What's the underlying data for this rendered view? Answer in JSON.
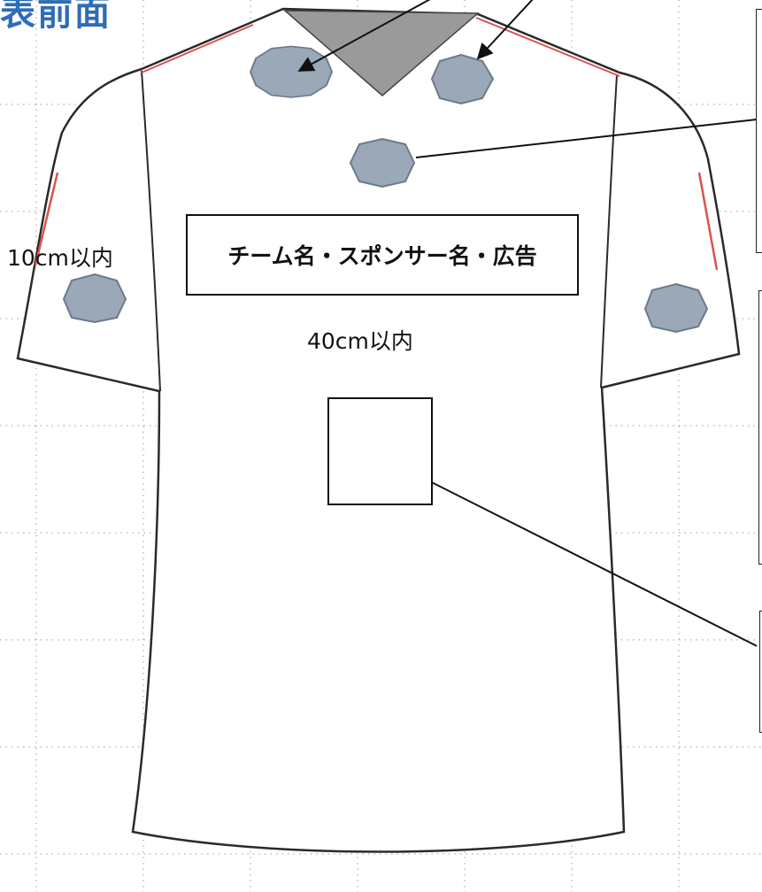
{
  "title": "表前面",
  "labels": {
    "sleeve_limit": "10cm以内",
    "chest_limit": "40cm以内",
    "sponsor_area": "チーム名・スポンサー名・広告"
  },
  "colors": {
    "title": "#2f6db5",
    "emblem_fill": "#9aa8b8",
    "emblem_stroke": "#6b7a8c",
    "collar_fill": "#9a9a9a",
    "accent_red": "#d9534f",
    "grid": "#9a9a9a"
  }
}
